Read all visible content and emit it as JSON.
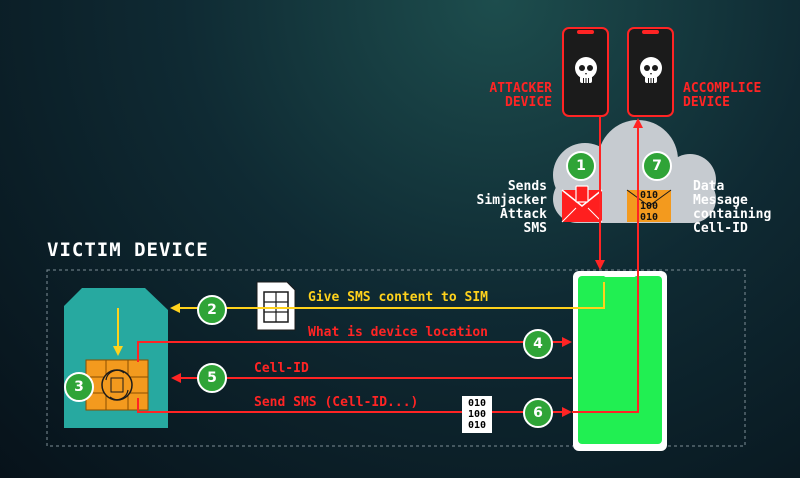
{
  "title": "VICTIM DEVICE",
  "attacker_label": [
    "ATTACKER",
    "DEVICE"
  ],
  "accomplice_label": [
    "ACCOMPLICE",
    "DEVICE"
  ],
  "sends_label": [
    "Sends",
    "Simjacker",
    "Attack",
    "SMS"
  ],
  "data_label": [
    "Data",
    "Message",
    "containing",
    "Cell-ID"
  ],
  "steps": {
    "s1": "1",
    "s2": "2",
    "s3": "3",
    "s4": "4",
    "s5": "5",
    "s6": "6",
    "s7": "7"
  },
  "arrows": {
    "give_sms": "Give SMS content to SIM",
    "device_location": "What is device location",
    "cell_id": "Cell-ID",
    "send_sms": "Send SMS (Cell-ID...)"
  },
  "binary": [
    "010",
    "100",
    "010"
  ],
  "colors": {
    "red": "#ff2424",
    "yellow": "#ffd21c",
    "green_screen": "#21ef52",
    "sim_teal": "#27a9a0",
    "chip_orange": "#f39a1e",
    "badge_green": "#2fa437"
  },
  "icons": [
    "skull-icon",
    "sim-card-icon",
    "envelope-icon",
    "cloud-icon",
    "smartphone-icon",
    "sim-chip-icon"
  ]
}
